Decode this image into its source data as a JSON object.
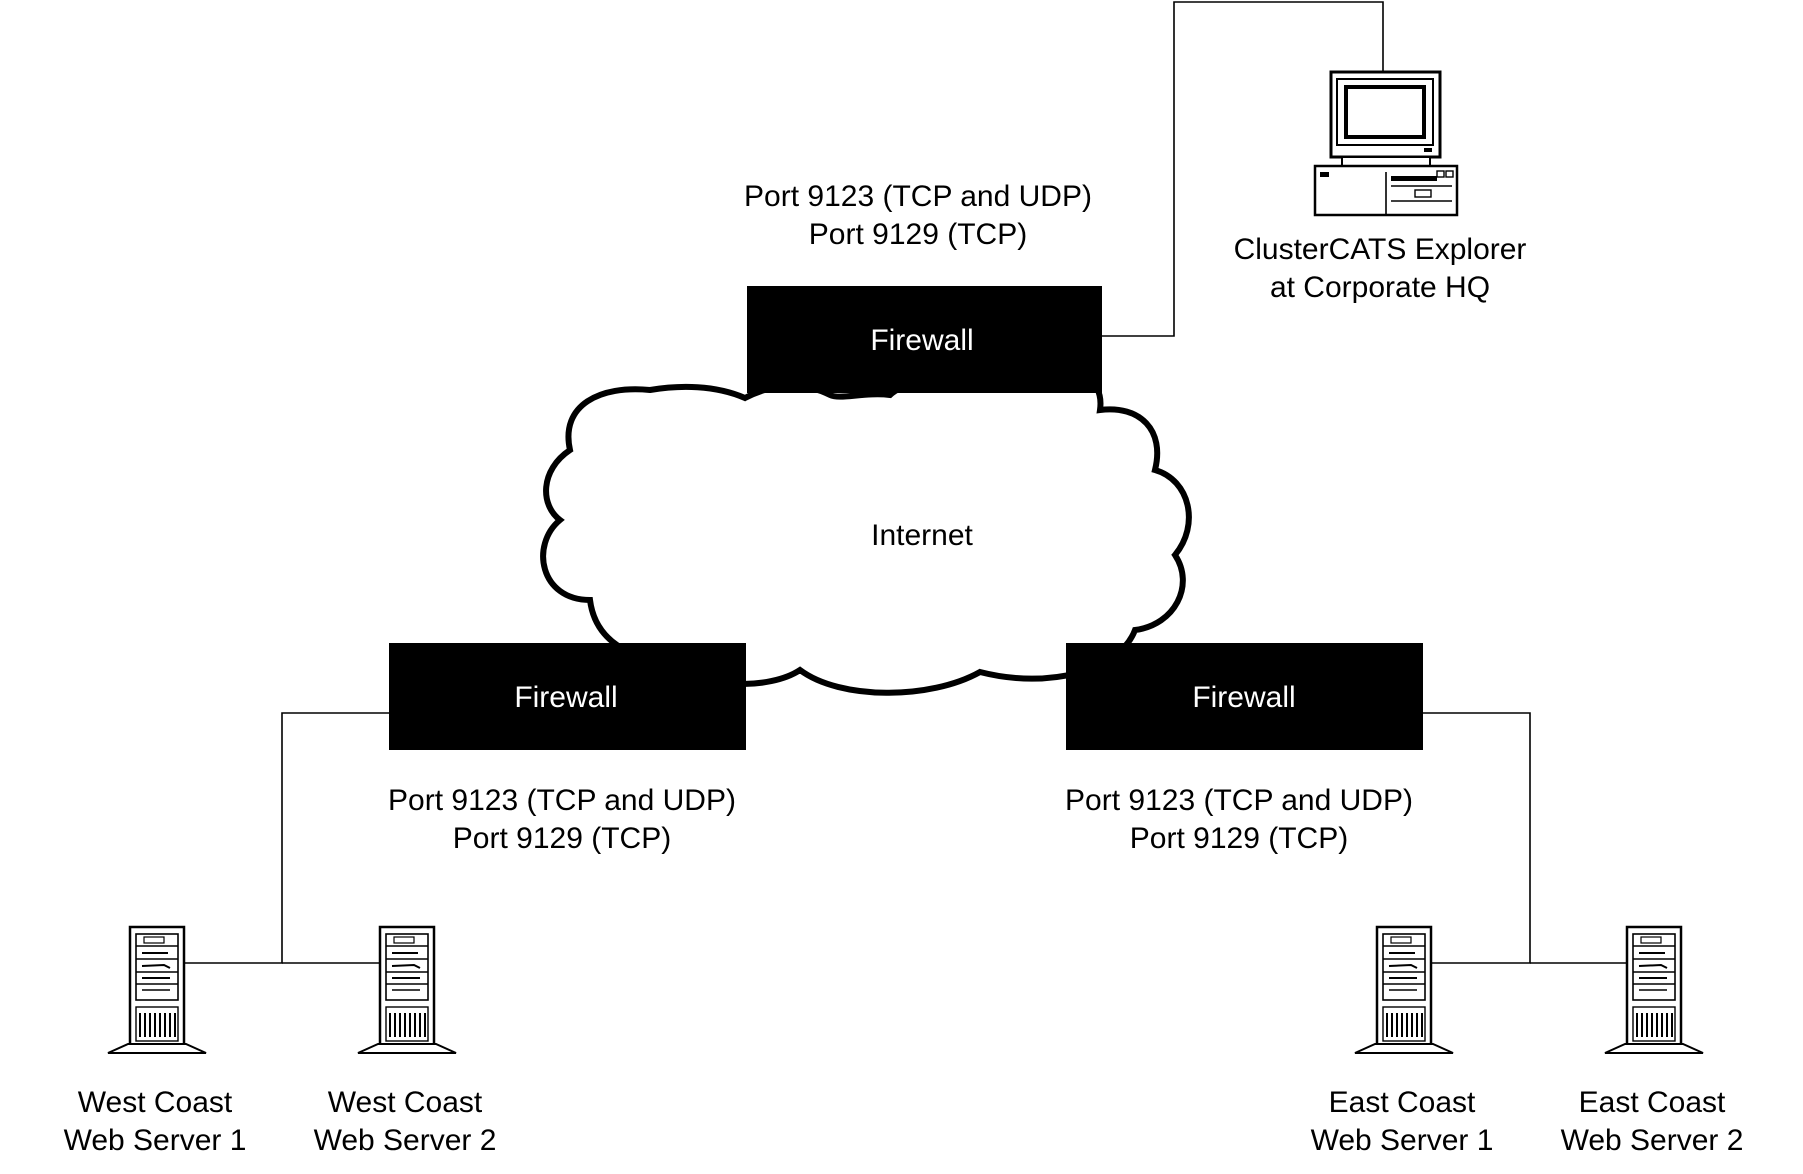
{
  "diagram": {
    "cloud_label": "Internet",
    "firewalls": {
      "top": {
        "label": "Firewall",
        "ports": [
          "Port 9123 (TCP and UDP)",
          "Port 9129 (TCP)"
        ]
      },
      "west": {
        "label": "Firewall",
        "ports": [
          "Port 9123 (TCP and UDP)",
          "Port 9129 (TCP)"
        ]
      },
      "east": {
        "label": "Firewall",
        "ports": [
          "Port 9123 (TCP and UDP)",
          "Port 9129 (TCP)"
        ]
      }
    },
    "workstation": {
      "icon": "workstation-icon",
      "label_lines": [
        "ClusterCATS Explorer",
        "at Corporate HQ"
      ]
    },
    "servers": [
      {
        "icon": "tower-server-icon",
        "label_lines": [
          "West Coast",
          "Web Server 1"
        ]
      },
      {
        "icon": "tower-server-icon",
        "label_lines": [
          "West Coast",
          "Web Server 2"
        ]
      },
      {
        "icon": "tower-server-icon",
        "label_lines": [
          "East Coast",
          "Web Server 1"
        ]
      },
      {
        "icon": "tower-server-icon",
        "label_lines": [
          "East Coast",
          "Web Server 2"
        ]
      }
    ],
    "colors": {
      "firewall_fill": "#000000",
      "firewall_text": "#ffffff",
      "line": "#000000",
      "background": "#ffffff"
    }
  }
}
